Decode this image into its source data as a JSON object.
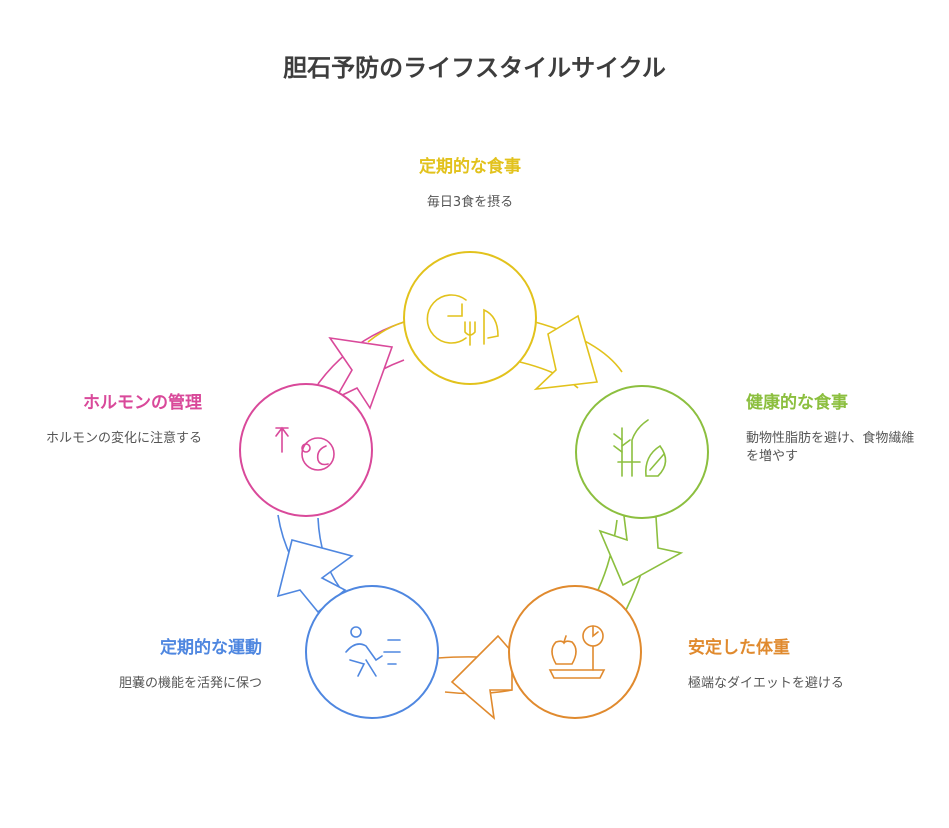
{
  "title": "胆石予防のライフスタイルサイクル",
  "steps": [
    {
      "title": "定期的な食事",
      "desc": "毎日3食を摂る",
      "color": "#e2c21c",
      "icon": "fork-knife-plate-icon"
    },
    {
      "title": "健康的な食事",
      "desc": "動物性脂肪を避け、食物繊維を増やす",
      "color": "#8cbf3f",
      "icon": "plants-leaf-icon"
    },
    {
      "title": "安定した体重",
      "desc": "極端なダイエットを避ける",
      "color": "#e08a2e",
      "icon": "apple-scale-icon"
    },
    {
      "title": "定期的な運動",
      "desc": "胆嚢の機能を活発に保つ",
      "color": "#4f87e0",
      "icon": "running-person-icon"
    },
    {
      "title": "ホルモンの管理",
      "desc": "ホルモンの変化に注意する",
      "color": "#d9499a",
      "icon": "hormone-gauge-icon"
    }
  ]
}
